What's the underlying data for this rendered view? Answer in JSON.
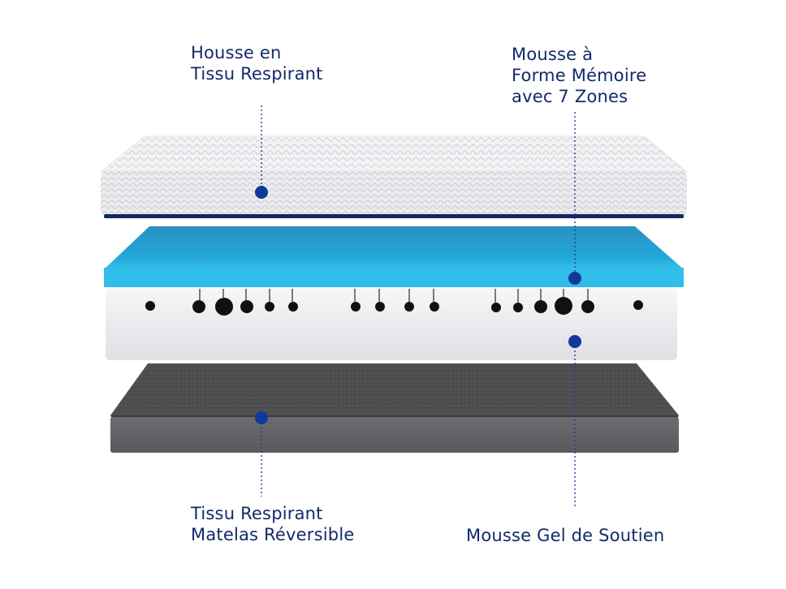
{
  "labels": {
    "cover": [
      "Housse en",
      "Tissu Respirant"
    ],
    "memory_foam": [
      "Mousse  à",
      "Forme Mémoire",
      "avec 7 Zones"
    ],
    "bottom_fabric": [
      "Tissu Respirant",
      "Matelas Réversible"
    ],
    "gel_foam": [
      "Mousse Gel de Soutien"
    ]
  },
  "colors": {
    "label_text": "#13296a",
    "marker": "#0f3a9c",
    "cover_fabric": "#f1f1f3",
    "memory_foam": "#20a8d8",
    "support_foam": "#ececef",
    "bottom_fabric": "#4a4a4c"
  }
}
